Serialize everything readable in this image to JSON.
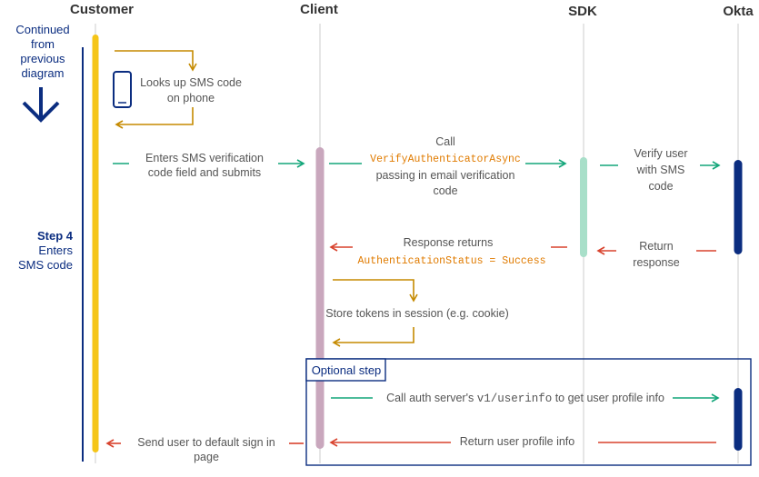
{
  "lanes": {
    "customer": "Customer",
    "client": "Client",
    "sdk": "SDK",
    "okta": "Okta"
  },
  "side": {
    "continued": [
      "Continued",
      "from",
      "previous",
      "diagram"
    ],
    "step": "Step 4",
    "step_desc": [
      "Enters",
      "SMS code"
    ]
  },
  "messages": {
    "lookup": [
      "Looks up SMS code",
      "on phone"
    ],
    "enter": [
      "Enters SMS verification",
      "code field and submits"
    ],
    "call_pre": "Call",
    "call_method": "VerifyAuthenticatorAsync",
    "call_post": [
      "passing in email verification",
      "code"
    ],
    "verify": [
      "Verify user",
      "with SMS",
      "code"
    ],
    "response_returns": "Response returns",
    "auth_status": "AuthenticationStatus = Success",
    "return_response": [
      "Return",
      "response"
    ],
    "store": "Store tokens in session (e.g. cookie)",
    "optional": "Optional step",
    "userinfo_pre": "Call auth server's ",
    "userinfo_code": "v1/userinfo",
    "userinfo_post": " to get user profile info",
    "return_profile": "Return user profile info",
    "send_user": [
      "Send user to default sign in",
      "page"
    ]
  },
  "colors": {
    "customer_bar": "#f5c518",
    "client_bar": "#c9a7bd",
    "sdk_bar": "#a8dfc9",
    "okta_bar": "#0b2d80",
    "arrow_green": "#14a67a",
    "arrow_red": "#d8422d",
    "arrow_gold": "#c58a00",
    "navy": "#0b2d80"
  }
}
